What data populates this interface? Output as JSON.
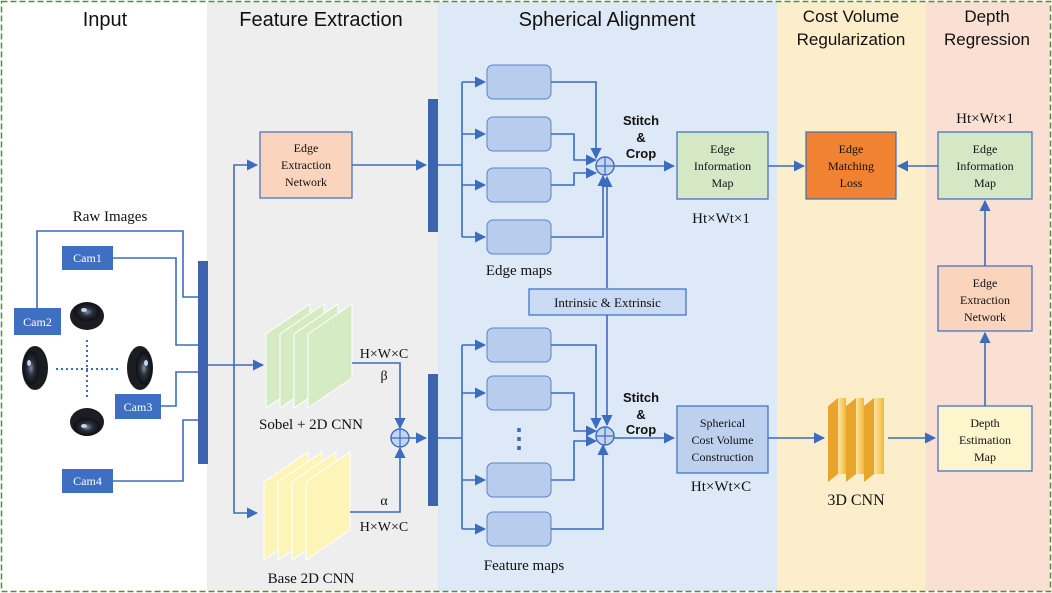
{
  "sections": {
    "input": "Input",
    "feature_extraction": "Feature Extraction",
    "spherical_alignment": "Spherical Alignment",
    "cost_volume_line1": "Cost Volume",
    "cost_volume_line2": "Regularization",
    "depth_line1": "Depth",
    "depth_line2": "Regression"
  },
  "input": {
    "raw_images": "Raw Images",
    "cams": [
      "Cam1",
      "Cam2",
      "Cam3",
      "Cam4"
    ]
  },
  "feature": {
    "edge_net": [
      "Edge",
      "Extraction",
      "Network"
    ],
    "sobel_label": "Sobel + 2D CNN",
    "base_label": "Base  2D CNN",
    "dims_top": "H×W×C",
    "beta": "β",
    "alpha": "α",
    "dims_bottom": "H×W×C"
  },
  "alignment": {
    "edge_maps": "Edge maps",
    "feature_maps": "Feature maps",
    "intrinsic": "Intrinsic & Extrinsic",
    "stitch_top": [
      "Stitch",
      "&",
      "Crop"
    ],
    "stitch_bottom": [
      "Stitch",
      "&",
      "Crop"
    ],
    "edge_info_map": [
      "Edge",
      "Information",
      "Map"
    ],
    "dims_edge": "Ht×Wt×1",
    "spherical_cv": [
      "Spherical",
      "Cost Volume",
      "Construction"
    ],
    "dims_cv": "Ht×Wt×C",
    "dots": "⋮"
  },
  "cost_volume": {
    "edge_loss": [
      "Edge",
      "Matching",
      "Loss"
    ],
    "cnn3d": "3D CNN"
  },
  "depth": {
    "dims_top": "Ht×Wt×1",
    "edge_info_map": [
      "Edge",
      "Information",
      "Map"
    ],
    "edge_net": [
      "Edge",
      "Extraction",
      "Network"
    ],
    "depth_map": [
      "Depth",
      "Estimation",
      "Map"
    ]
  },
  "colors": {
    "input_bg": "#ffffff",
    "feature_bg": "#eeeeee",
    "alignment_bg": "#dde9f6",
    "costvol_bg": "#fdeecb",
    "depth_bg": "#fae0d2",
    "line_blue": "#3b6cc0",
    "bar_blue": "#3e64b0",
    "orange_box": "#f08232",
    "salmon_box": "#fbd4bd",
    "green_box": "#d5e8c6",
    "yellow_box": "#fdf5cc"
  },
  "icons": [
    "fisheye-lens-icon",
    "plus-circle-icon",
    "arrow-icon"
  ]
}
